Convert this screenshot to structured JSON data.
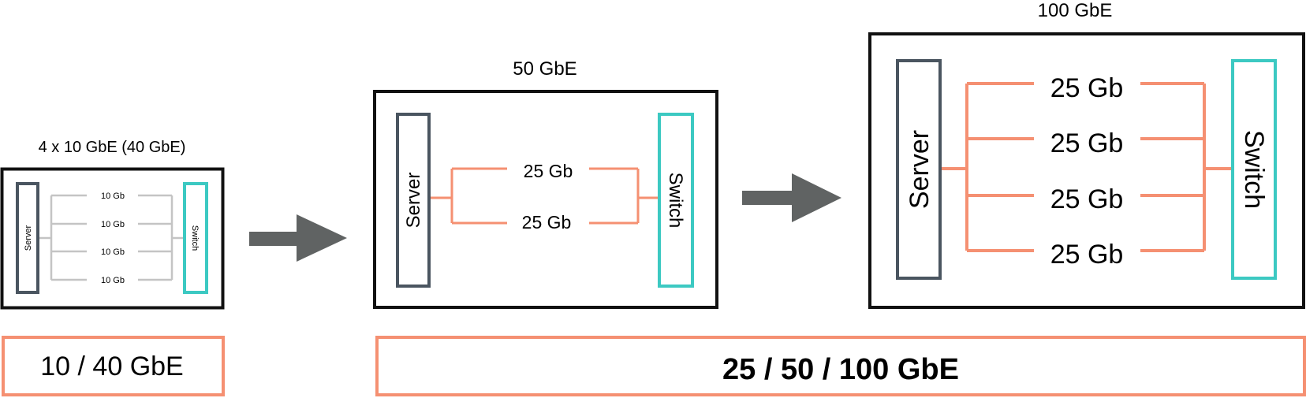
{
  "colors": {
    "frame": "#111111",
    "server": "#4a5560",
    "switch": "#3cc9c2",
    "link_gray": "#c4c4c4",
    "link_orange": "#f59072",
    "arrow": "#606363",
    "label_box": "#f59072"
  },
  "diagrams": [
    {
      "title": "4 x 10 GbE (40 GbE)",
      "server_label": "Server",
      "switch_label": "Switch",
      "links": [
        "10 Gb",
        "10 Gb",
        "10 Gb",
        "10 Gb"
      ]
    },
    {
      "title": "50 GbE",
      "server_label": "Server",
      "switch_label": "Switch",
      "links": [
        "25 Gb",
        "25 Gb"
      ]
    },
    {
      "title": "100 GbE",
      "server_label": "Server",
      "switch_label": "Switch",
      "links": [
        "25 Gb",
        "25 Gb",
        "25 Gb",
        "25 Gb"
      ]
    }
  ],
  "arrows": [
    "right-arrow-icon",
    "right-arrow-icon"
  ],
  "legacy_label": "10 / 40 GbE",
  "modern_label": "25 / 50 / 100 GbE"
}
